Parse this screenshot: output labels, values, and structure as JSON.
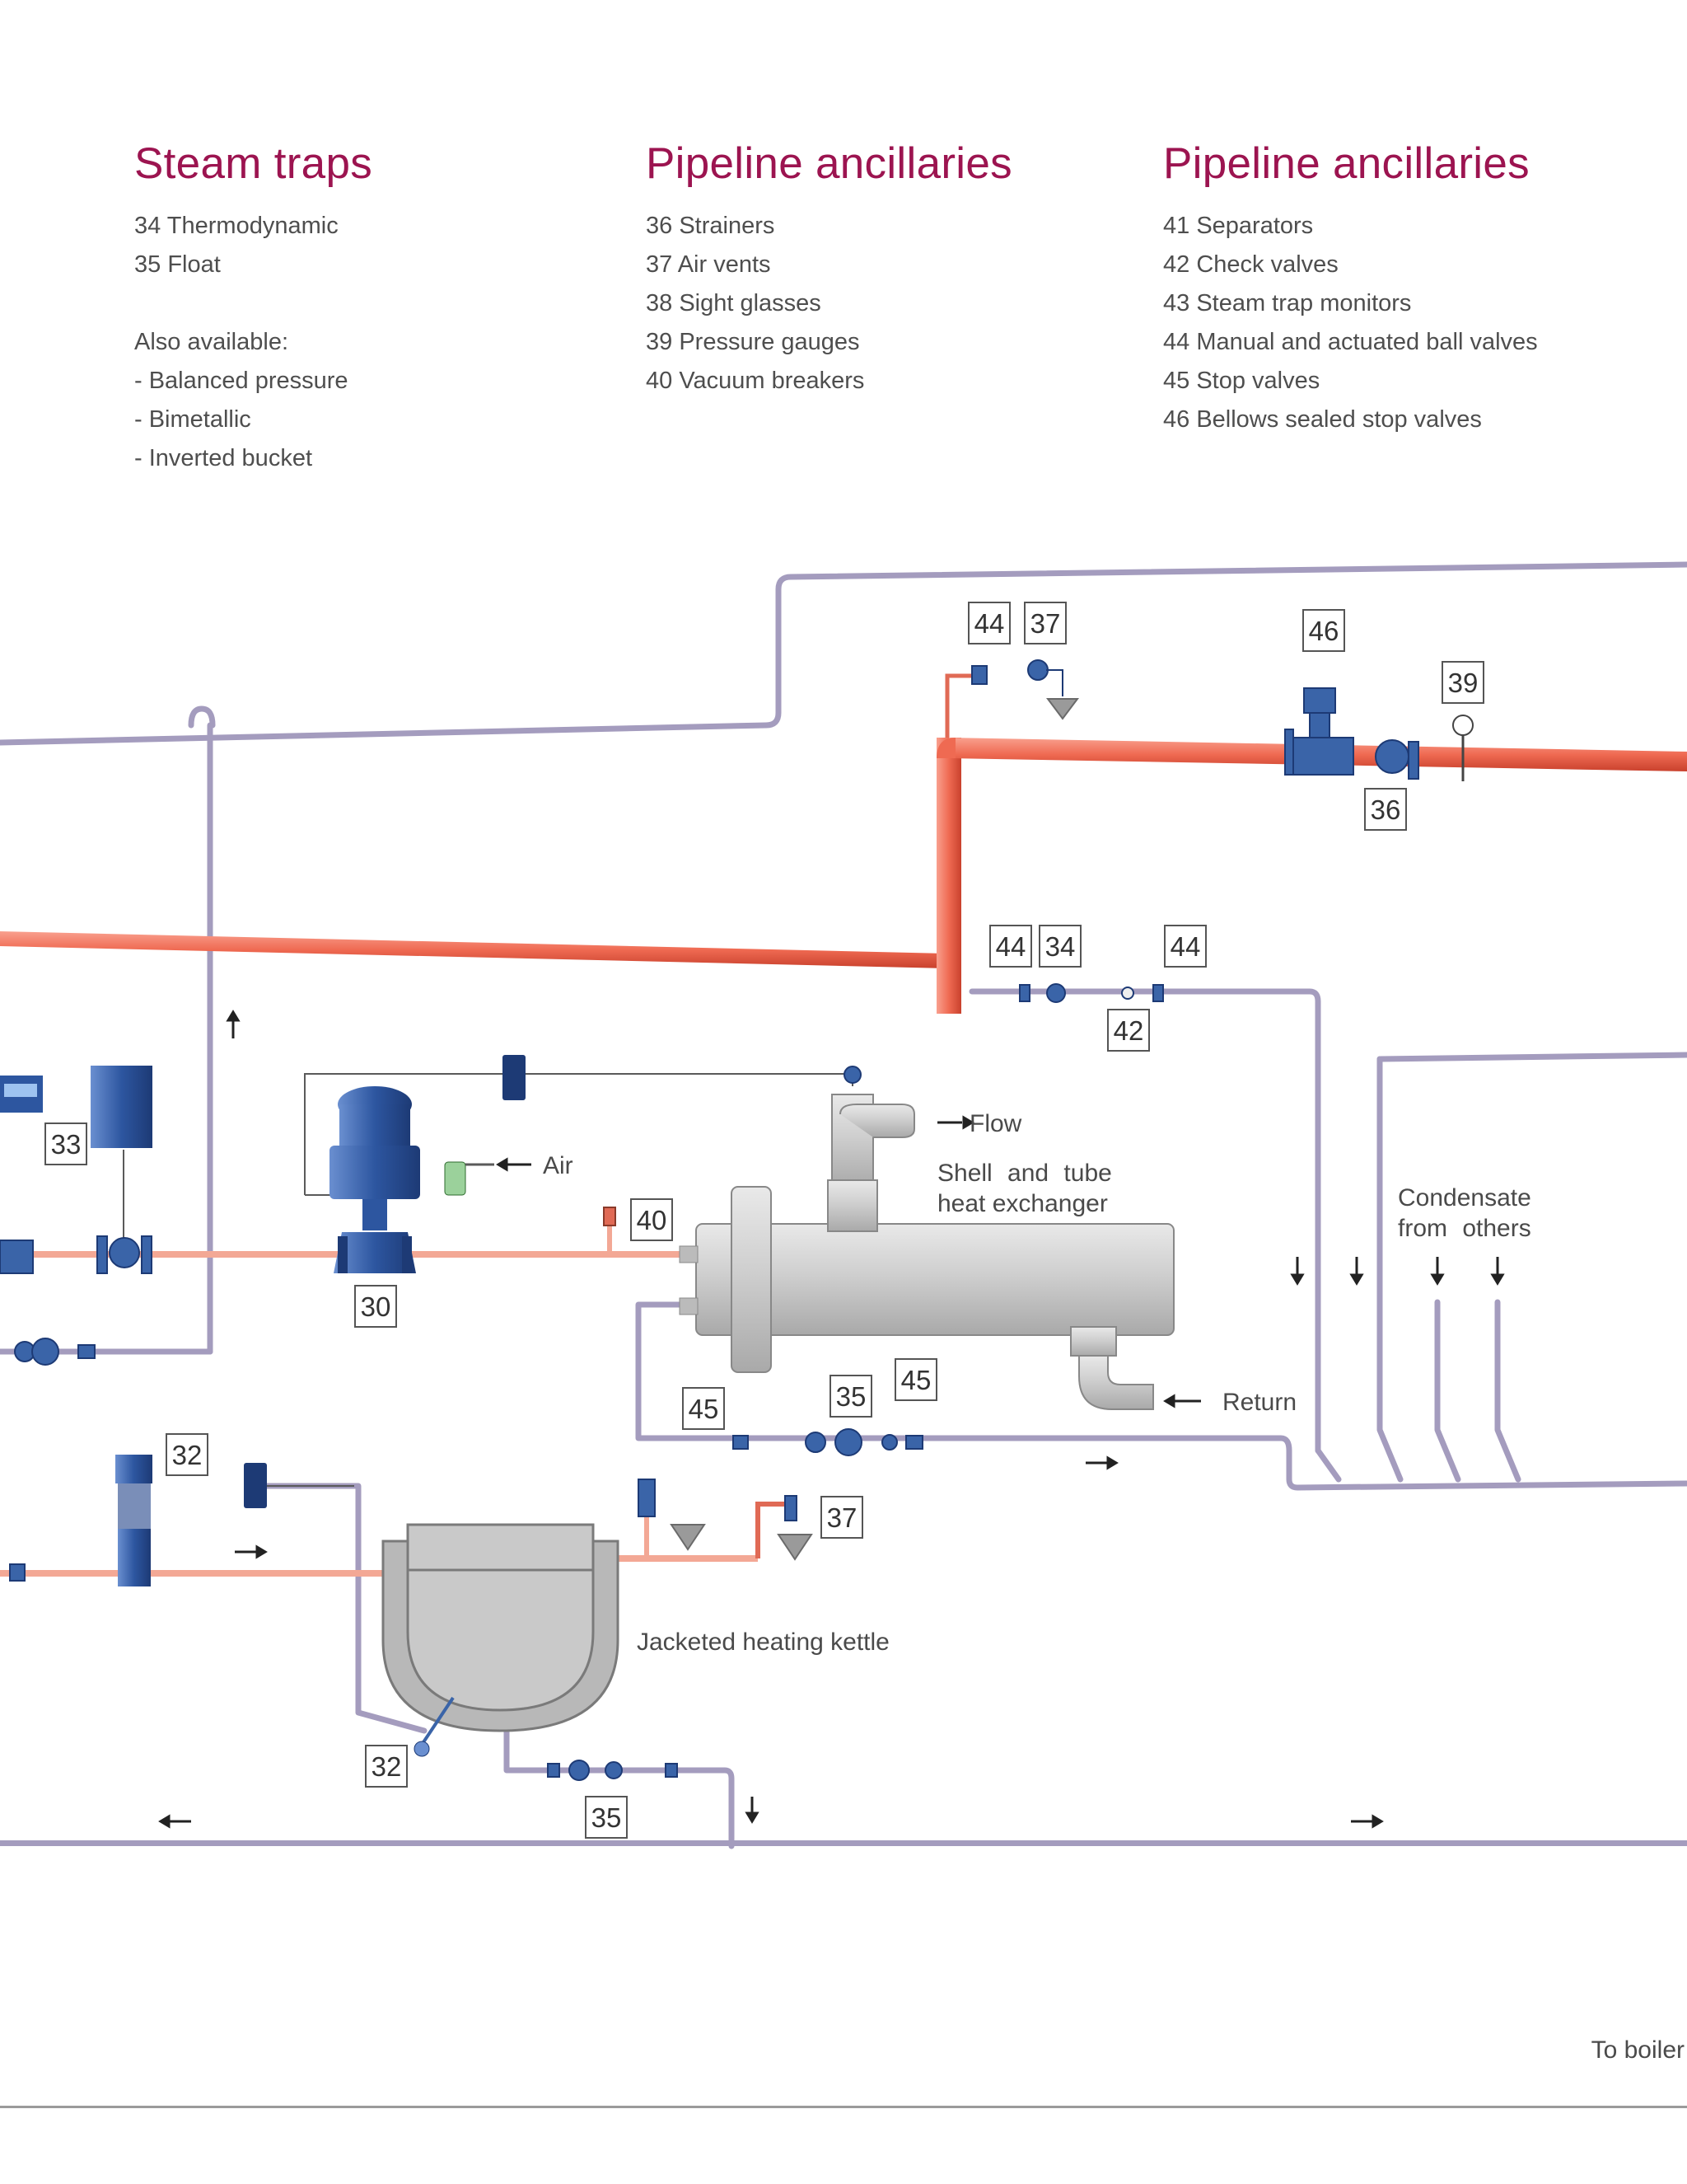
{
  "columns": [
    {
      "title": "Steam traps",
      "items": [
        "34 Thermodynamic",
        "35 Float",
        "",
        "Also available:",
        "- Balanced pressure",
        "- Bimetallic",
        "- Inverted bucket"
      ]
    },
    {
      "title": "Pipeline ancillaries",
      "items": [
        "36 Strainers",
        "37 Air vents",
        "38 Sight glasses",
        "39 Pressure gauges",
        "40 Vacuum breakers"
      ]
    },
    {
      "title": "Pipeline ancillaries",
      "items": [
        "41 Separators",
        "42 Check valves",
        "43 Steam trap monitors",
        "44 Manual and actuated ball valves",
        "45 Stop valves",
        "46 Bellows sealed stop valves"
      ]
    }
  ],
  "tags": {
    "t44a": "44",
    "t37a": "37",
    "t46": "46",
    "t39": "39",
    "t36": "36",
    "t44b": "44",
    "t34": "34",
    "t44c": "44",
    "t42": "42",
    "t33": "33",
    "t40": "40",
    "t30": "30",
    "t45a": "45",
    "t35a": "35",
    "t45b": "45",
    "t32a": "32",
    "t37b": "37",
    "t32b": "32",
    "t35b": "35"
  },
  "labels": {
    "air": "Air",
    "flow": "Flow",
    "exchanger_line1": "Shell and tube",
    "exchanger_line2": "heat exchanger",
    "condensate_line1": "Condensate",
    "condensate_line2": "from others",
    "return": "Return",
    "kettle": "Jacketed heating kettle",
    "to_boiler": "To boiler"
  },
  "colors": {
    "title": "#9c1450",
    "steam_pipe": "#f0765e",
    "condensate_pipe": "#b9b2cf",
    "equipment_grey": "#c8c8c8",
    "valve_blue": "#3a64a8"
  }
}
